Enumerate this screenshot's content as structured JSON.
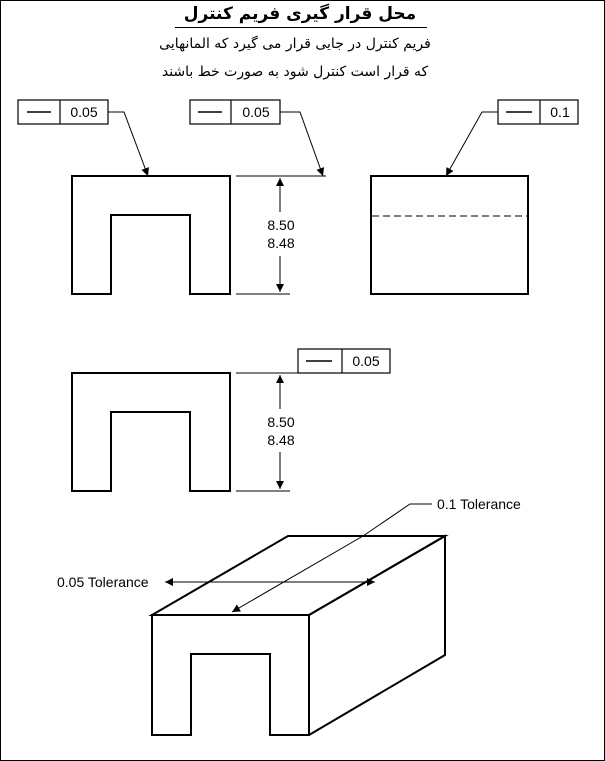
{
  "title": "محل قرار گیری فریم کنترل",
  "description": {
    "line1": "فریم کنترل در جایی قرار می گیرد که المانهایی",
    "line2": "که قرار است کنترل شود به صورت خط باشند"
  },
  "frames": {
    "f1": {
      "value": "0.05"
    },
    "f2": {
      "value": "0.05"
    },
    "f3": {
      "value": "0.1"
    },
    "f4": {
      "value": "0.05"
    }
  },
  "dimensions": {
    "top": {
      "upper": "8.50",
      "lower": "8.48"
    },
    "bottom": {
      "upper": "8.50",
      "lower": "8.48"
    }
  },
  "labels": {
    "tol_01": "0.1 Tolerance",
    "tol_005": "0.05 Tolerance"
  }
}
